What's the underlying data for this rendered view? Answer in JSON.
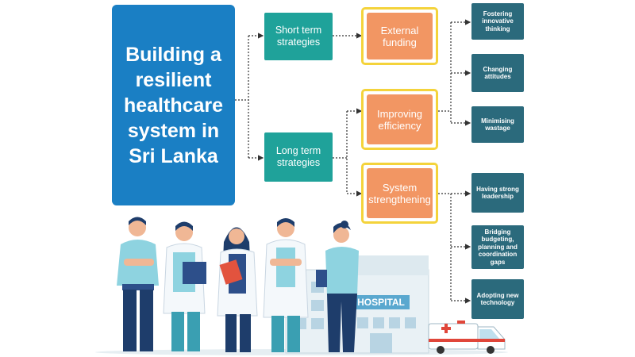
{
  "title": "Building a resilient healthcare system in Sri Lanka",
  "strategies": {
    "short_term": "Short term strategies",
    "long_term": "Long term strategies"
  },
  "actions": {
    "external_funding": "External funding",
    "improving_efficiency": "Improving efficiency",
    "system_strengthening": "System strengthening"
  },
  "outcomes": [
    "Fostering innovative thinking",
    "Changing attitudes",
    "Minimising wastage",
    "Having strong leadership",
    "Bridging budgeting, planning and coordination gaps",
    "Adopting new technology"
  ],
  "illustration": {
    "hospital_sign": "HOSPITAL"
  },
  "colors": {
    "title_blue": "#1a7fc4",
    "strategy_teal": "#1fa29a",
    "action_orange": "#f29663",
    "action_frame_yellow": "#f4d33b",
    "outcome_dark_teal": "#2b6a7c"
  }
}
